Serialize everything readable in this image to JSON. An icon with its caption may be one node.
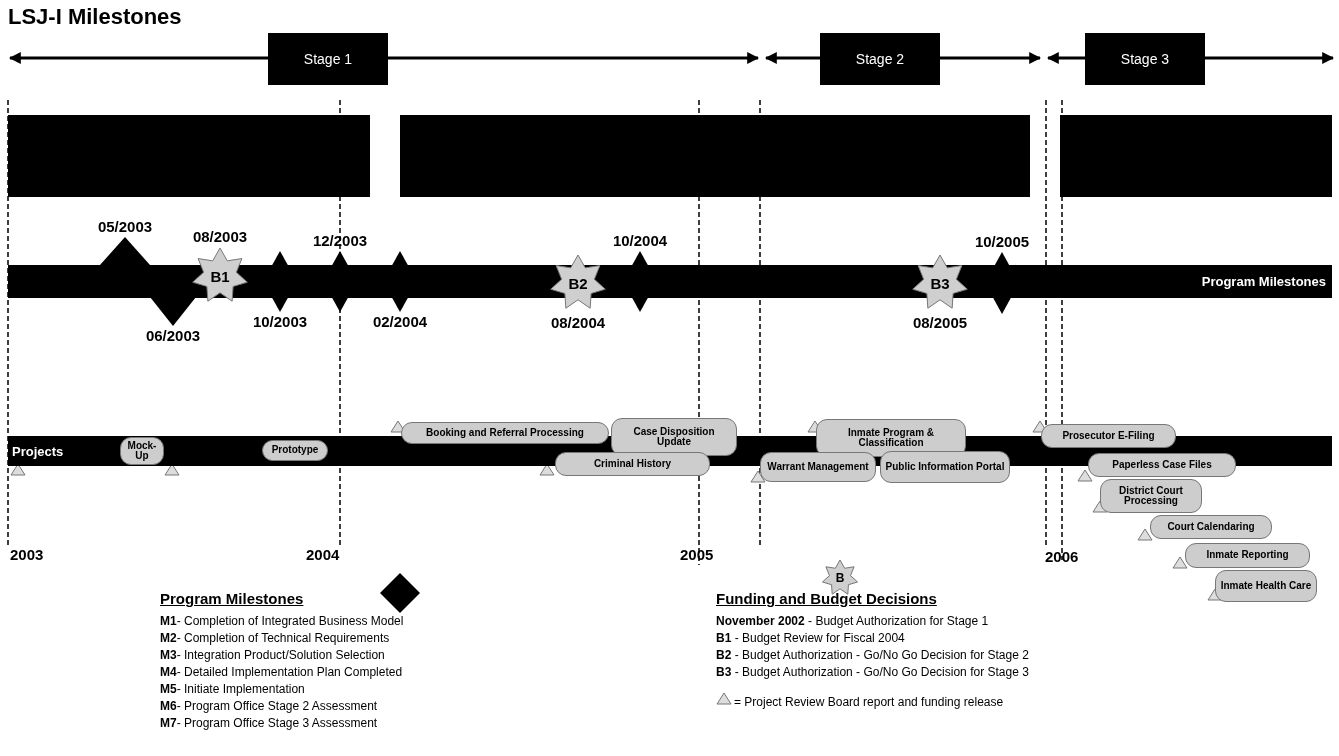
{
  "diagram": {
    "title": "LSJ-I Milestones",
    "nodes": [
      {
        "text": [
          "Stage 1"
        ]
      },
      {
        "text": [
          "Stage 2"
        ]
      },
      {
        "text": [
          "Stage 3"
        ]
      },
      {
        "text": [],
        "shape": "bar"
      },
      {
        "text": [],
        "shape": "bar"
      },
      {
        "text": [],
        "shape": "bar"
      },
      {
        "text": [
          "Program Milestones"
        ]
      },
      {
        "text": [],
        "shape": "diamond",
        "beside": [
          "05/2003"
        ]
      },
      {
        "text": [],
        "shape": "diamond",
        "beside": [
          "06/2003"
        ]
      },
      {
        "text": [
          "B1"
        ],
        "beside": [
          "08/2003"
        ]
      },
      {
        "text": [],
        "shape": "diamond",
        "beside": [
          "10/2003"
        ]
      },
      {
        "text": [],
        "shape": "diamond",
        "beside": [
          "12/2003"
        ]
      },
      {
        "text": [],
        "shape": "diamond",
        "beside": [
          "02/2004"
        ]
      },
      {
        "text": [
          "B2"
        ],
        "beside": [
          "08/2004"
        ]
      },
      {
        "text": [],
        "shape": "diamond",
        "beside": [
          "10/2004"
        ]
      },
      {
        "text": [
          "B3"
        ],
        "beside": [
          "08/2005"
        ]
      },
      {
        "text": [],
        "shape": "diamond",
        "beside": [
          "10/2005"
        ]
      },
      {
        "text": [
          "Projects"
        ]
      },
      {
        "text": [
          "Mock-Up"
        ],
        "in": 17
      },
      {
        "text": [
          "Prototype"
        ],
        "in": 17
      },
      {
        "text": [
          "Booking and Referral Processing"
        ]
      },
      {
        "text": [
          "Case Disposition Update"
        ]
      },
      {
        "text": [
          "Criminal History"
        ]
      },
      {
        "text": [
          "Inmate Program & Classification"
        ]
      },
      {
        "text": [
          "Warrant Management"
        ]
      },
      {
        "text": [
          "Public Information Portal"
        ]
      },
      {
        "text": [
          "Prosecutor E-Filing"
        ]
      },
      {
        "text": [
          "Paperless Case Files"
        ]
      },
      {
        "text": [
          "District Court Processing"
        ]
      },
      {
        "text": [
          "Court Calendaring"
        ]
      },
      {
        "text": [
          "Inmate Reporting"
        ]
      },
      {
        "text": [
          "Inmate Health Care"
        ]
      },
      {
        "text": [
          "B"
        ]
      }
    ],
    "labels": [
      "2003",
      "2004",
      "2005",
      "2006",
      "Program Milestones",
      "**M1**- Completion of Integrated Business Model",
      "**M2**- Completion of Technical Requirements",
      "**M3**- Integration Product/Solution Selection",
      "**M4**- Detailed Implementation Plan Completed",
      "**M5**- Initiate Implementation",
      "**M6**- Program Office Stage 2 Assessment",
      "**M7**- Program Office Stage 3 Assessment",
      "Funding and Budget Decisions",
      "**November 2002** - Budget Authorization for Stage 1",
      "**B1** - Budget Review for Fiscal 2004",
      "**B2** - Budget Authorization - Go/No Go Decision for Stage 2",
      "**B3** - Budget Authorization - Go/No Go Decision for Stage 3",
      "= Project Review Board report and funding release"
    ]
  }
}
